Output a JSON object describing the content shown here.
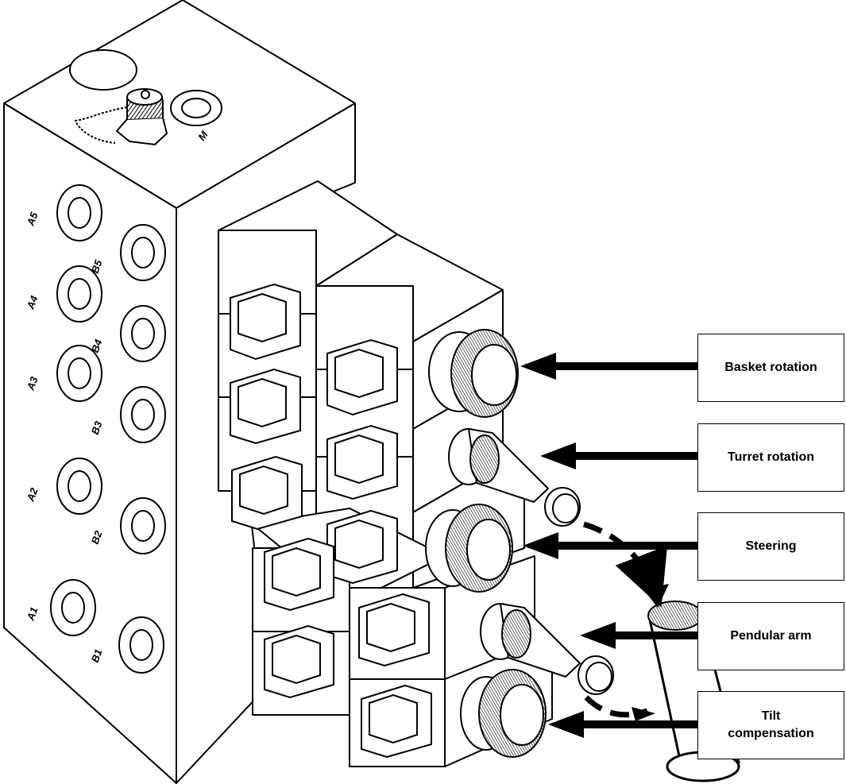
{
  "ports": {
    "a5": "A5",
    "a4": "A4",
    "a3": "A3",
    "a2": "A2",
    "a1": "A1",
    "b5": "B5",
    "b4": "B4",
    "b3": "B3",
    "b2": "B2",
    "b1": "B1",
    "m": "M"
  },
  "callouts": {
    "basket_rotation": "Basket rotation",
    "turret_rotation": "Turret rotation",
    "steering": "Steering",
    "pendular_arm": "Pendular arm",
    "tilt_line1": "Tilt",
    "tilt_line2": "compensation"
  },
  "colors": {
    "ink": "#000000",
    "paper": "#ffffff",
    "light_fill": "#f4f4f4"
  }
}
